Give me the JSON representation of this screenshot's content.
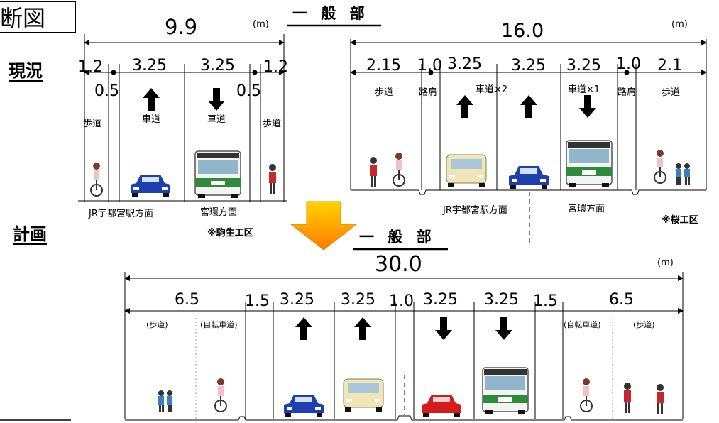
{
  "title_partial": "断図",
  "labels": {
    "current": "現況",
    "plan": "計画"
  },
  "section_headers": {
    "general": "一 般 部",
    "general2": "一 般 部"
  },
  "unit": "(m)",
  "current_left": {
    "total": "9.9",
    "widths": [
      "1.2",
      "0.5",
      "3.25",
      "3.25",
      "0.5",
      "1.2"
    ],
    "lanes": [
      "歩道",
      "車道",
      "車道",
      "歩道"
    ],
    "directions": [
      "JR宇都宮駅方面",
      "宮環方面"
    ],
    "note": "※駒生工区"
  },
  "current_right": {
    "total": "16.0",
    "widths": [
      "2.15",
      "1.0",
      "3.25",
      "3.25",
      "3.25",
      "1.0",
      "2.1"
    ],
    "lanes": [
      "歩道",
      "路肩",
      "車道×2",
      "車道×1",
      "路肩",
      "歩道"
    ],
    "directions": [
      "JR宇都宮駅方面",
      "宮環方面"
    ],
    "note": "※桜工区"
  },
  "plan": {
    "total": "30.0",
    "widths": [
      "6.5",
      "1.5",
      "3.25",
      "3.25",
      "1.0",
      "3.25",
      "3.25",
      "1.5",
      "6.5"
    ],
    "lanes": [
      "(歩道)",
      "(自転車道)",
      "(自転車道)",
      "(歩道)"
    ]
  },
  "colors": {
    "arrow_top": "#ffd400",
    "arrow_bottom": "#ff7a00",
    "bus_green": "#2e8b3a",
    "car_blue": "#1d3fb0",
    "car_red": "#d41c1c",
    "van_cream": "#efe6b8"
  },
  "icons": [
    "up-arrow-icon",
    "down-arrow-icon",
    "bus-icon",
    "car-icon",
    "van-icon",
    "pedestrian-icon",
    "cyclist-icon"
  ]
}
